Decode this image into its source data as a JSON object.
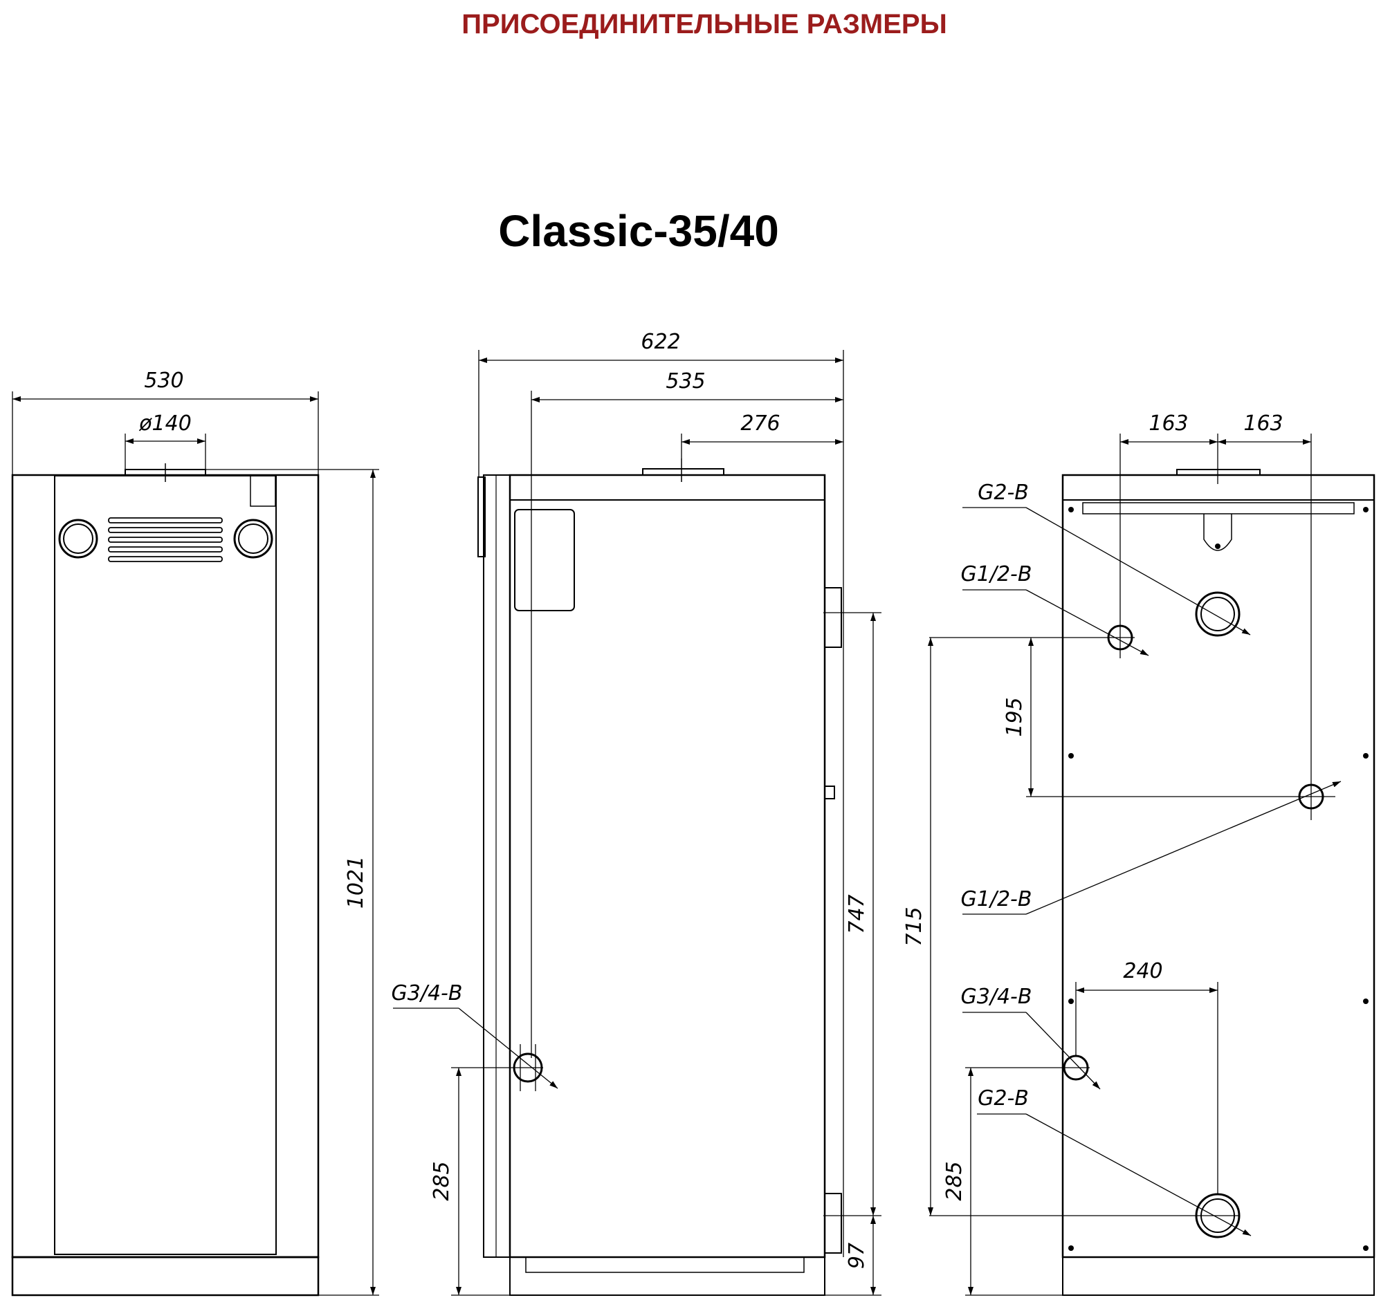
{
  "header": {
    "title": "ПРИСОЕДИНИТЕЛЬНЫЕ РАЗМЕРЫ",
    "model": "Classic-35/40",
    "title_color": "#9b1c1c"
  },
  "front_view": {
    "width": "530",
    "flue_diameter": "ø140",
    "height": "1021"
  },
  "side_view": {
    "depth_total": "622",
    "depth_body": "535",
    "flue_offset": "276",
    "upper_pipe_height": "747",
    "lower_pipe_height": "97",
    "drain_height": "285",
    "drain_label": "G3/4-B"
  },
  "rear_view": {
    "flue_left": "163",
    "flue_right": "163",
    "top_outlet_label": "G2-B",
    "upper_small_label": "G1/2-B",
    "spacing_195": "195",
    "side_small_label": "G1/2-B",
    "height_715": "715",
    "spacing_240": "240",
    "drain_label": "G3/4-B",
    "bottom_inlet_label": "G2-B",
    "bottom_height": "285"
  }
}
